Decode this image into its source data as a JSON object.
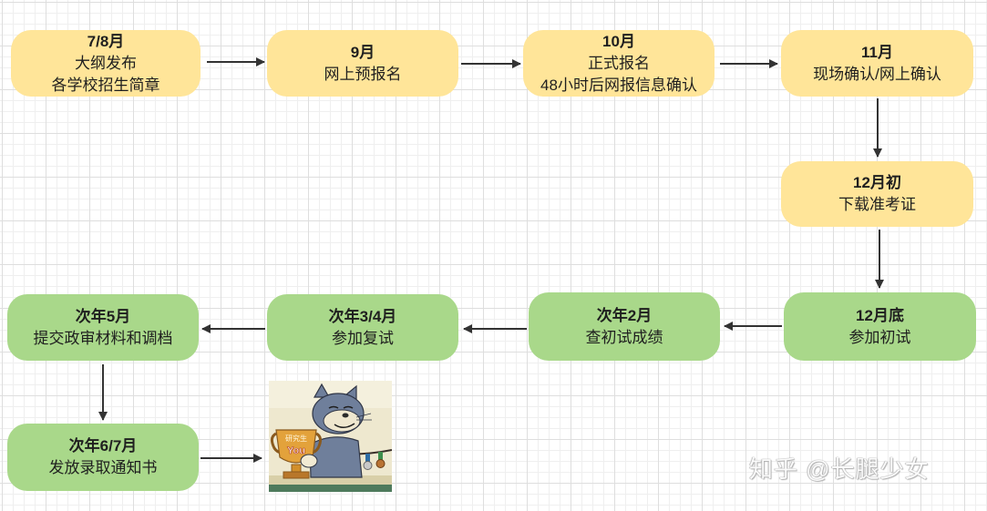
{
  "steps": [
    {
      "title": "7/8月",
      "lines": [
        "大纲发布",
        "各学校招生简章"
      ]
    },
    {
      "title": "9月",
      "lines": [
        "网上预报名"
      ]
    },
    {
      "title": "10月",
      "lines": [
        "正式报名",
        "48小时后网报信息确认"
      ]
    },
    {
      "title": "11月",
      "lines": [
        "现场确认/网上确认"
      ]
    },
    {
      "title": "12月初",
      "lines": [
        "下载准考证"
      ]
    },
    {
      "title": "12月底",
      "lines": [
        "参加初试"
      ]
    },
    {
      "title": "次年2月",
      "lines": [
        "查初试成绩"
      ]
    },
    {
      "title": "次年3/4月",
      "lines": [
        "参加复试"
      ]
    },
    {
      "title": "次年5月",
      "lines": [
        "提交政审材料和调档"
      ]
    },
    {
      "title": "次年6/7月",
      "lines": [
        "发放录取通知书"
      ]
    }
  ],
  "picture": {
    "trophy_text_top": "研究生",
    "trophy_text_bottom": "You"
  },
  "watermark": "知乎 @长腿少女",
  "colors": {
    "preparation_node": "#FFE599",
    "exam_node": "#A9D88A",
    "arrow": "#333333"
  }
}
